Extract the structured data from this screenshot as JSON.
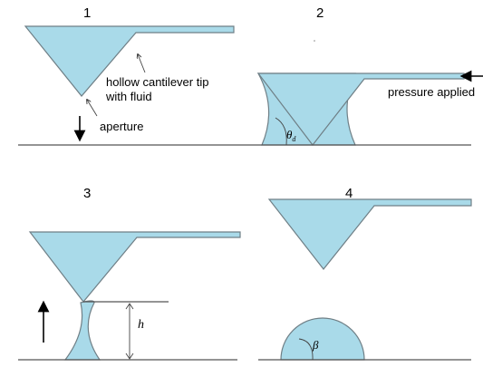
{
  "panels": {
    "p1": {
      "number": "1",
      "tip_label_line1": "hollow cantilever tip",
      "tip_label_line2": "with fluid",
      "aperture_label": "aperture"
    },
    "p2": {
      "number": "2",
      "pressure_label": "pressure applied",
      "angle_symbol": "θ",
      "angle_subscript": "d"
    },
    "p3": {
      "number": "3",
      "height_symbol": "h"
    },
    "p4": {
      "number": "4",
      "angle_symbol": "β"
    }
  },
  "colors": {
    "fluid": "#a9dae9",
    "outline": "#6f7f86",
    "text": "#000000"
  }
}
